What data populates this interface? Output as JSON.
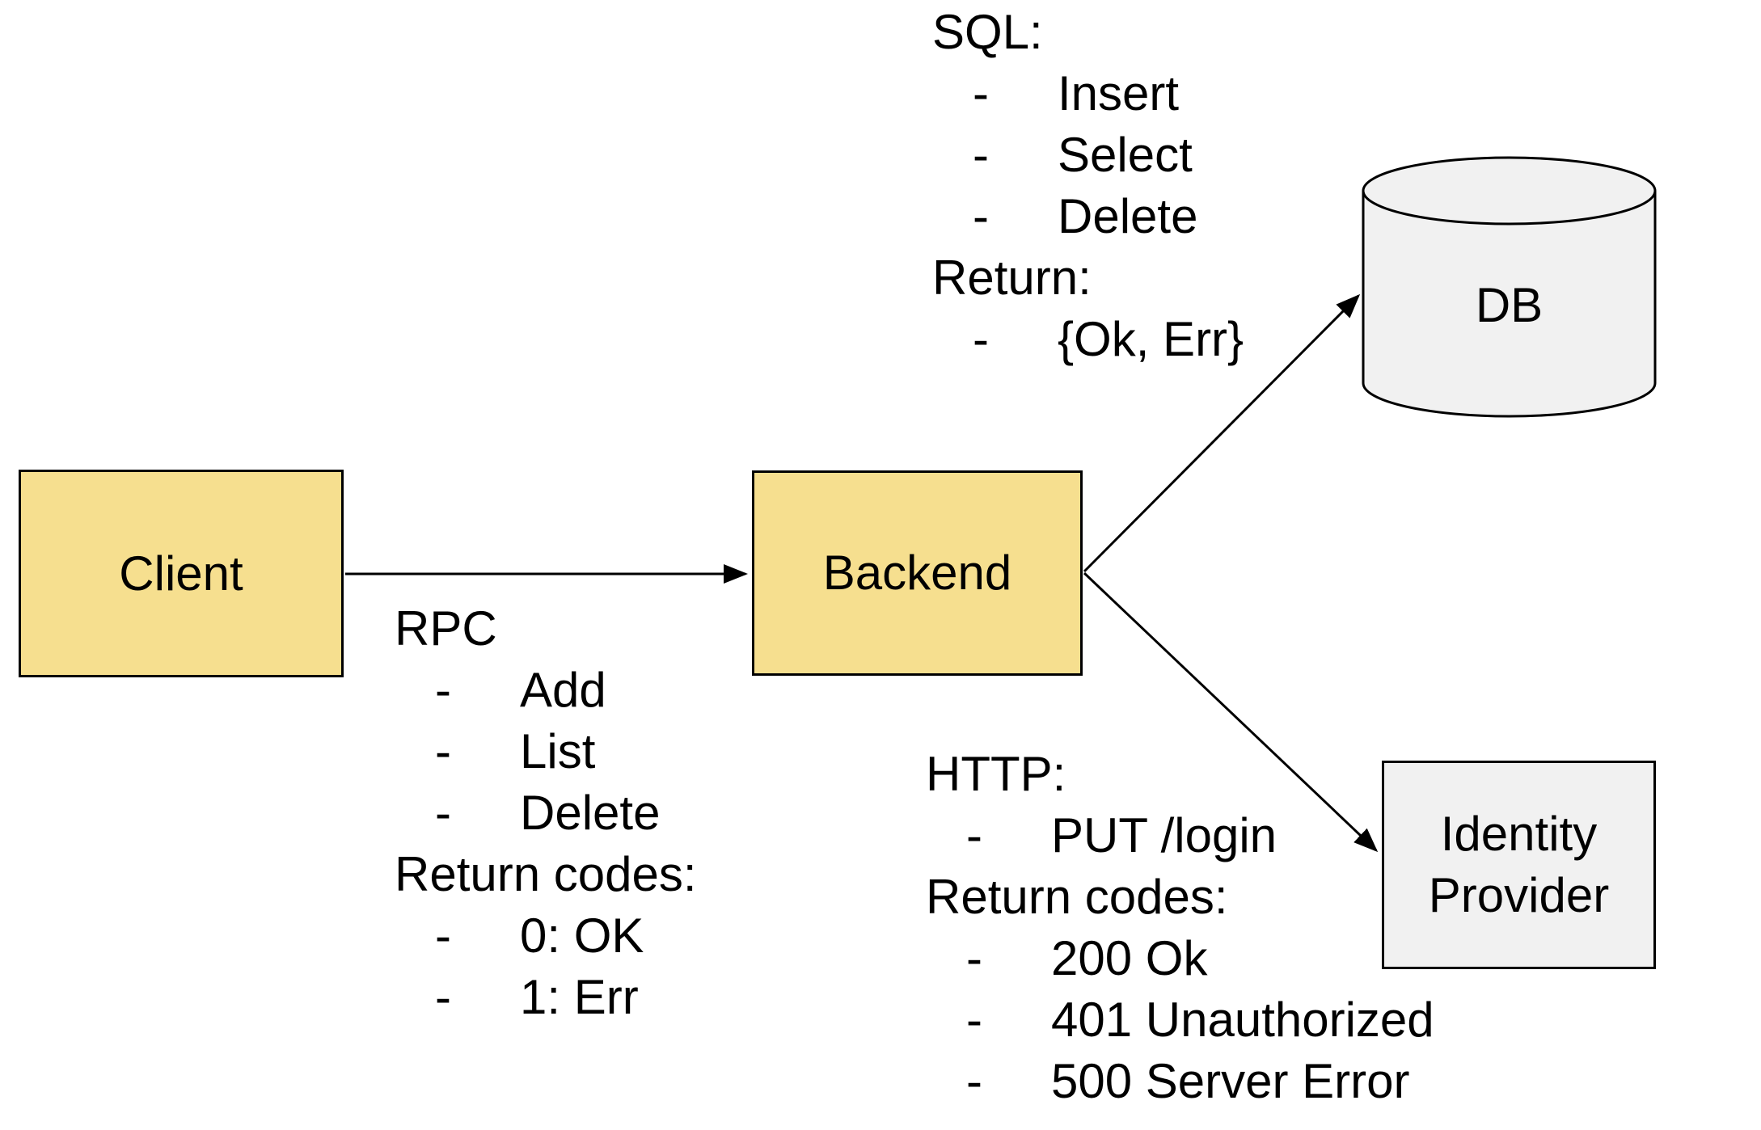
{
  "bullet": "-",
  "colors": {
    "service_fill": "#F6DF8F",
    "storage_fill": "#F1F1F1",
    "stroke": "#000000",
    "text": "#000000",
    "background": "#FFFFFF"
  },
  "nodes": {
    "client": {
      "label": "Client"
    },
    "backend": {
      "label": "Backend"
    },
    "db": {
      "label": "DB"
    },
    "identity": {
      "label": "Identity Provider"
    }
  },
  "edges": [
    {
      "from": "Client",
      "to": "Backend",
      "protocol": "RPC"
    },
    {
      "from": "Backend",
      "to": "DB",
      "protocol": "SQL"
    },
    {
      "from": "Backend",
      "to": "Identity Provider",
      "protocol": "HTTP"
    }
  ],
  "annotations": {
    "rpc": {
      "lines": [
        {
          "kind": "heading",
          "text": "RPC"
        },
        {
          "kind": "item",
          "text": "Add"
        },
        {
          "kind": "item",
          "text": "List"
        },
        {
          "kind": "item",
          "text": "Delete"
        },
        {
          "kind": "heading",
          "text": "Return codes:"
        },
        {
          "kind": "item",
          "text": "0: OK"
        },
        {
          "kind": "item",
          "text": "1: Err"
        }
      ]
    },
    "sql": {
      "lines": [
        {
          "kind": "heading",
          "text": "SQL:"
        },
        {
          "kind": "item",
          "text": "Insert"
        },
        {
          "kind": "item",
          "text": "Select"
        },
        {
          "kind": "item",
          "text": "Delete"
        },
        {
          "kind": "heading",
          "text": "Return:"
        },
        {
          "kind": "item",
          "text": "{Ok, Err}"
        }
      ]
    },
    "http": {
      "lines": [
        {
          "kind": "heading",
          "text": "HTTP:"
        },
        {
          "kind": "item",
          "text": "PUT /login"
        },
        {
          "kind": "heading",
          "text": "Return codes:"
        },
        {
          "kind": "item",
          "text": "200 Ok"
        },
        {
          "kind": "item",
          "text": "401 Unauthorized"
        },
        {
          "kind": "item",
          "text": "500 Server Error"
        }
      ]
    }
  }
}
